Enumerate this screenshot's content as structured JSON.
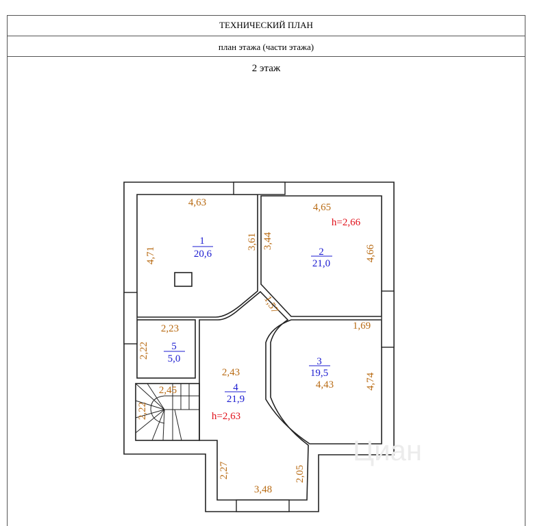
{
  "header": {
    "title": "ТЕХНИЧЕСКИЙ ПЛАН",
    "subtitle": "план этажа (части этажа)",
    "floor": "2 этаж"
  },
  "rooms": [
    {
      "number": "1",
      "area": "20,6"
    },
    {
      "number": "2",
      "area": "21,0"
    },
    {
      "number": "3",
      "area": "19,5"
    },
    {
      "number": "4",
      "area": "21,9"
    },
    {
      "number": "5",
      "area": "5,0"
    }
  ],
  "heights": {
    "room2": "h=2,66",
    "room4": "h=2,63"
  },
  "dims": {
    "r1_top": "4,63",
    "r1_left": "4,71",
    "r1_right": "3,61",
    "r2_top": "4,65",
    "r2_left": "3,44",
    "r2_right": "4,66",
    "diag": "1,57",
    "r3_top": "1,69",
    "r3_mid": "4,43",
    "r3_right": "4,74",
    "r5_top": "2,23",
    "r5_left": "2,22",
    "r4_mid": "2,43",
    "stair_top": "2,45",
    "stair_left": "2,22",
    "r4_left": "2,27",
    "r4_right": "2,05",
    "r4_bottom": "3,48"
  },
  "colors": {
    "dims": "#b86a12",
    "numbers": "#1a1ad0",
    "heights": "#e0101a"
  },
  "watermark": "Циан"
}
